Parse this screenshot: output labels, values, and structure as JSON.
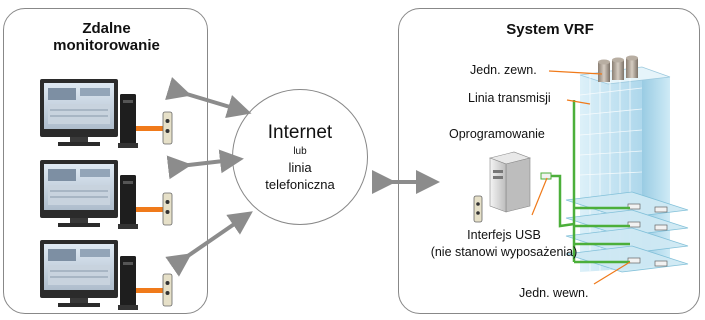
{
  "remote": {
    "title_line1": "Zdalne",
    "title_line2": "monitorowanie"
  },
  "center": {
    "line1": "Internet",
    "line2": "lub",
    "line3": "linia",
    "line4": "telefoniczna"
  },
  "vrf": {
    "title": "System VRF",
    "outdoor_unit": "Jedn. zewn.",
    "transmission_line": "Linia transmisji",
    "software": "Oprogramowanie",
    "usb_interface": "Interfejs USB",
    "usb_note": "(nie stanowi wyposażenia)",
    "indoor_unit": "Jedn. wewn."
  },
  "colors": {
    "arrow": "#8c8c8c",
    "cable_orange": "#f07a1a",
    "cable_green": "#4caf3a",
    "building_glass": "#bfe3f2"
  }
}
